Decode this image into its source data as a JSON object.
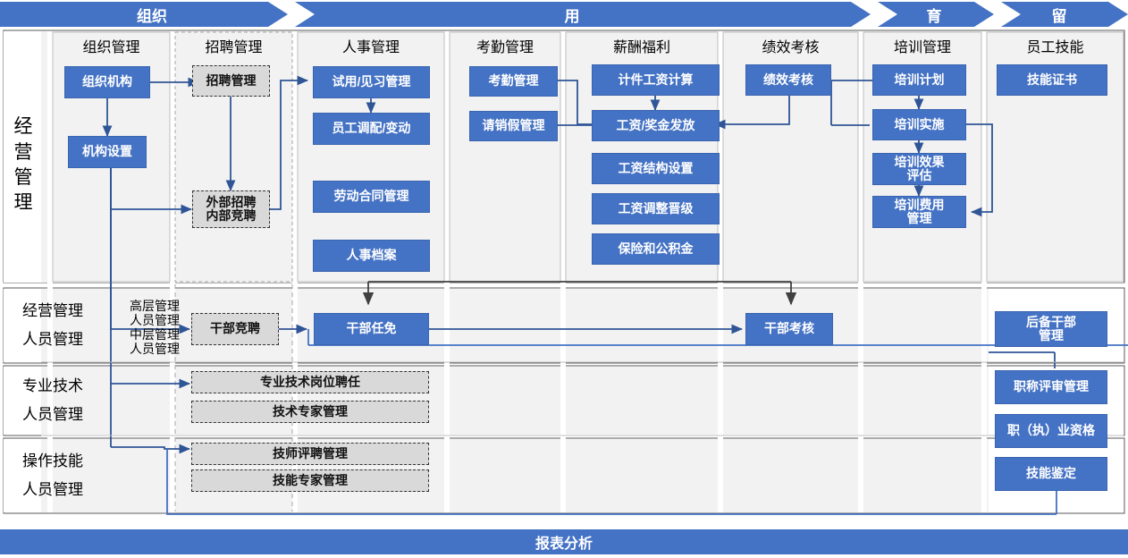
{
  "banners": [
    {
      "label": "组织"
    },
    {
      "label": "用"
    },
    {
      "label": "育"
    },
    {
      "label": "留"
    }
  ],
  "columns": [
    {
      "label": "组织管理"
    },
    {
      "label": "招聘管理"
    },
    {
      "label": "人事管理"
    },
    {
      "label": "考勤管理"
    },
    {
      "label": "薪酬福利"
    },
    {
      "label": "绩效考核"
    },
    {
      "label": "培训管理"
    },
    {
      "label": "员工技能"
    }
  ],
  "rows": [
    {
      "label_lines": [
        "经",
        "营",
        "管",
        "理"
      ]
    },
    {
      "label_lines": [
        "经营管理",
        "人员管理"
      ]
    },
    {
      "label_lines": [
        "专业技术",
        "人员管理"
      ]
    },
    {
      "label_lines": [
        "操作技能",
        "人员管理"
      ]
    }
  ],
  "annotations": [
    {
      "text": "高层管理\n人员管理\n中层管理\n人员管理"
    }
  ],
  "nodes": [
    {
      "id": "zzjg",
      "label": "组织机构",
      "style": "blue"
    },
    {
      "id": "jgsz",
      "label": "机构设置",
      "style": "blue"
    },
    {
      "id": "zpgl",
      "label": "招聘管理",
      "style": "grey"
    },
    {
      "id": "wbzp",
      "label": "外部招聘\n内部竞聘",
      "style": "grey"
    },
    {
      "id": "syjx",
      "label": "试用/见习管理",
      "style": "blue"
    },
    {
      "id": "ygdp",
      "label": "员工调配/变动",
      "style": "blue"
    },
    {
      "id": "ldht",
      "label": "劳动合同管理",
      "style": "blue"
    },
    {
      "id": "rsda",
      "label": "人事档案",
      "style": "blue"
    },
    {
      "id": "kqgl",
      "label": "考勤管理",
      "style": "blue"
    },
    {
      "id": "qxjg",
      "label": "请销假管理",
      "style": "blue"
    },
    {
      "id": "jjgz",
      "label": "计件工资计算",
      "style": "blue"
    },
    {
      "id": "gzjj",
      "label": "工资/奖金发放",
      "style": "blue"
    },
    {
      "id": "gzjg",
      "label": "工资结构设置",
      "style": "blue"
    },
    {
      "id": "gztz",
      "label": "工资调整晋级",
      "style": "blue"
    },
    {
      "id": "bxgj",
      "label": "保险和公积金",
      "style": "blue"
    },
    {
      "id": "jxkh",
      "label": "绩效考核",
      "style": "blue"
    },
    {
      "id": "pxjh",
      "label": "培训计划",
      "style": "blue"
    },
    {
      "id": "pxss",
      "label": "培训实施",
      "style": "blue"
    },
    {
      "id": "pxxg",
      "label": "培训效果\n评估",
      "style": "blue"
    },
    {
      "id": "pxfy",
      "label": "培训费用\n管理",
      "style": "blue"
    },
    {
      "id": "jnzs",
      "label": "技能证书",
      "style": "blue"
    },
    {
      "id": "gbjp",
      "label": "干部竞聘",
      "style": "grey"
    },
    {
      "id": "gbrm",
      "label": "干部任免",
      "style": "blue"
    },
    {
      "id": "gbkh",
      "label": "干部考核",
      "style": "blue"
    },
    {
      "id": "hbgb",
      "label": "后备干部\n管理",
      "style": "blue"
    },
    {
      "id": "zyjs",
      "label": "专业技术岗位聘任",
      "style": "grey"
    },
    {
      "id": "jszj",
      "label": "技术专家管理",
      "style": "grey"
    },
    {
      "id": "jspp",
      "label": "技师评聘管理",
      "style": "grey"
    },
    {
      "id": "jnzj",
      "label": "技能专家管理",
      "style": "grey"
    },
    {
      "id": "zcps",
      "label": "职称评审管理",
      "style": "blue"
    },
    {
      "id": "zzyzg",
      "label": "职（执）业资格",
      "style": "blue"
    },
    {
      "id": "jnjd",
      "label": "技能鉴定",
      "style": "blue"
    }
  ],
  "footer": {
    "label": "报表分析"
  },
  "colors": {
    "accent": "#4472C4",
    "grey_node": "#D9D9D9",
    "panel": "#F2F2F2",
    "arrow": "#2F5597",
    "arrow_dark": "#404040",
    "text_light": "#FFFFFF",
    "text_dark": "#000000"
  }
}
